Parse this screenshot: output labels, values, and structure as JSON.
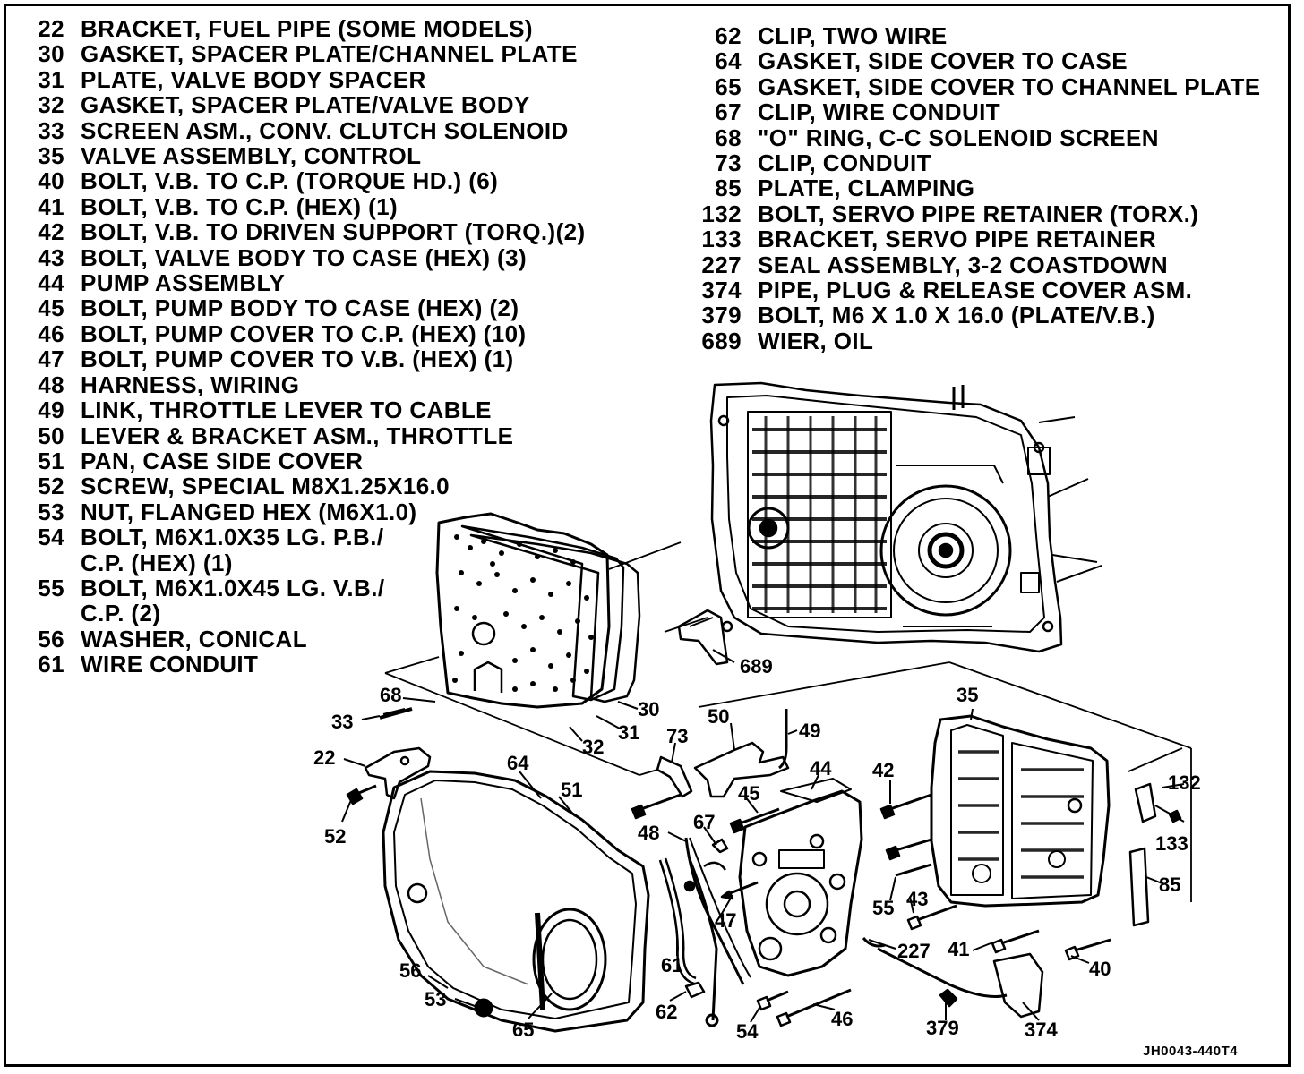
{
  "legend_left": [
    {
      "num": "22",
      "text": "BRACKET, FUEL PIPE (SOME MODELS)"
    },
    {
      "num": "30",
      "text": "GASKET, SPACER PLATE/CHANNEL PLATE"
    },
    {
      "num": "31",
      "text": "PLATE, VALVE BODY SPACER"
    },
    {
      "num": "32",
      "text": "GASKET, SPACER PLATE/VALVE BODY"
    },
    {
      "num": "33",
      "text": "SCREEN ASM., CONV. CLUTCH SOLENOID"
    },
    {
      "num": "35",
      "text": "VALVE ASSEMBLY, CONTROL"
    },
    {
      "num": "40",
      "text": "BOLT, V.B. TO C.P. (TORQUE HD.) (6)"
    },
    {
      "num": "41",
      "text": "BOLT, V.B. TO C.P. (HEX) (1)"
    },
    {
      "num": "42",
      "text": "BOLT, V.B. TO DRIVEN SUPPORT (TORQ.)(2)"
    },
    {
      "num": "43",
      "text": "BOLT, VALVE BODY TO CASE (HEX) (3)"
    },
    {
      "num": "44",
      "text": "PUMP ASSEMBLY"
    },
    {
      "num": "45",
      "text": "BOLT, PUMP BODY TO CASE (HEX) (2)"
    },
    {
      "num": "46",
      "text": "BOLT, PUMP COVER TO C.P. (HEX) (10)"
    },
    {
      "num": "47",
      "text": "BOLT, PUMP COVER TO V.B. (HEX) (1)"
    },
    {
      "num": "48",
      "text": "HARNESS, WIRING"
    },
    {
      "num": "49",
      "text": "LINK, THROTTLE LEVER TO CABLE"
    },
    {
      "num": "50",
      "text": "LEVER & BRACKET ASM., THROTTLE"
    },
    {
      "num": "51",
      "text": "PAN, CASE SIDE COVER"
    },
    {
      "num": "52",
      "text": "SCREW, SPECIAL M8X1.25X16.0"
    },
    {
      "num": "53",
      "text": "NUT, FLANGED HEX (M6X1.0)"
    },
    {
      "num": "54",
      "text": "BOLT, M6X1.0X35 LG. P.B./"
    },
    {
      "num": "",
      "text": "C.P. (HEX) (1)"
    },
    {
      "num": "55",
      "text": "BOLT, M6X1.0X45 LG. V.B./"
    },
    {
      "num": "",
      "text": "C.P. (2)"
    },
    {
      "num": "56",
      "text": "WASHER, CONICAL"
    },
    {
      "num": "61",
      "text": "WIRE CONDUIT"
    }
  ],
  "legend_right": [
    {
      "num": "62",
      "text": "CLIP, TWO WIRE"
    },
    {
      "num": "64",
      "text": "GASKET, SIDE COVER TO CASE"
    },
    {
      "num": "65",
      "text": "GASKET, SIDE COVER TO CHANNEL PLATE"
    },
    {
      "num": "67",
      "text": "CLIP, WIRE CONDUIT"
    },
    {
      "num": "68",
      "text": "\"O\" RING, C-C SOLENOID SCREEN"
    },
    {
      "num": "73",
      "text": "CLIP, CONDUIT"
    },
    {
      "num": "85",
      "text": "PLATE, CLAMPING"
    },
    {
      "num": "132",
      "text": "BOLT, SERVO PIPE RETAINER (TORX.)"
    },
    {
      "num": "133",
      "text": "BRACKET, SERVO PIPE RETAINER"
    },
    {
      "num": "227",
      "text": "SEAL ASSEMBLY, 3-2 COASTDOWN"
    },
    {
      "num": "374",
      "text": "PIPE, PLUG & RELEASE COVER ASM."
    },
    {
      "num": "379",
      "text": "BOLT, M6 X 1.0 X 16.0 (PLATE/V.B.)"
    },
    {
      "num": "689",
      "text": "WIER, OIL"
    }
  ],
  "callouts": {
    "c689": "689",
    "c68": "68",
    "c33": "33",
    "c30": "30",
    "c31": "31",
    "c32": "32",
    "c22": "22",
    "c52": "52",
    "c64": "64",
    "c51": "51",
    "c73": "73",
    "c50": "50",
    "c49": "49",
    "c44": "44",
    "c45": "45",
    "c42": "42",
    "c35": "35",
    "c132": "132",
    "c133": "133",
    "c48": "48",
    "c67": "67",
    "c85": "85",
    "c55": "55",
    "c43": "43",
    "c47": "47",
    "c227": "227",
    "c41": "41",
    "c40": "40",
    "c61": "61",
    "c56": "56",
    "c53": "53",
    "c65": "65",
    "c62": "62",
    "c54": "54",
    "c46": "46",
    "c379": "379",
    "c374": "374"
  },
  "drawing_code": "JH0043-440T4"
}
